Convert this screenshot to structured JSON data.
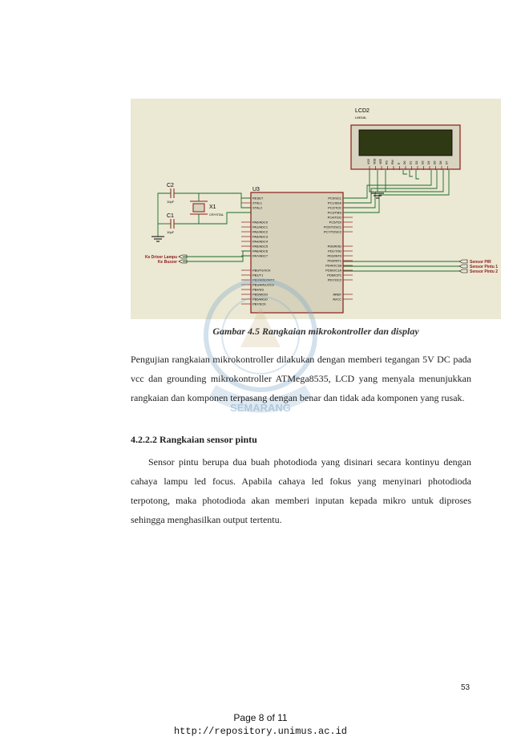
{
  "figure": {
    "lcd": {
      "ref": "LCD2",
      "model": "LM016L",
      "pins": [
        "VSS",
        "VDD",
        "VEE",
        "RS",
        "RW",
        "E",
        "D0",
        "D1",
        "D2",
        "D3",
        "D4",
        "D5",
        "D6",
        "D7"
      ]
    },
    "mcu": {
      "ref": "U3",
      "left_pins": [
        "RESET",
        "XTAL1",
        "XTAL2",
        "PA0/ADC0",
        "PA1/ADC1",
        "PA2/ADC2",
        "PA3/ADC3",
        "PA4/ADC4",
        "PA5/ADC5",
        "PA6/ADC6",
        "PA7/ADC7",
        "PB0/T0/XCK",
        "PB1/T1",
        "PB2/AIN0/INT2",
        "PB3/AIN1/OC0",
        "PB4/SS",
        "PB5/MOSI",
        "PB6/MISO",
        "PB7/SCK"
      ],
      "right_pins": [
        "PC0/SCL",
        "PC1/SDA",
        "PC2/TCK",
        "PC3/TMS",
        "PC4/TDO",
        "PC5/TDI",
        "PC6/TOSC1",
        "PC7/TOSC2",
        "PD0/RXD",
        "PD1/TXD",
        "PD2/INT0",
        "PD3/INT1",
        "PD4/OC1B",
        "PD5/OC1A",
        "PD6/ICP1",
        "PD7/OC2",
        "AREF",
        "AVCC"
      ]
    },
    "components": [
      {
        "ref": "C2",
        "value": "10pF"
      },
      {
        "ref": "C1",
        "value": "10pF"
      },
      {
        "ref": "X1",
        "value": "CRYSTAL"
      }
    ],
    "ports_left": [
      "Ke Driver Lampu",
      "Ke Buzzer"
    ],
    "ports_right": [
      "Sensor PIR",
      "Sensor Pintu 1",
      "Sensor Pintu 2"
    ]
  },
  "caption": "Gambar 4.5 Rangkaian mikrokontroller dan display",
  "paragraph1": "Pengujian rangkaian mikrokontroller dilakukan dengan memberi tegangan 5V DC pada vcc dan grounding mikrokontroller ATMega8535, LCD yang menyala menunjukkan rangkaian dan komponen terpasang dengan benar dan tidak ada komponen yang rusak.",
  "heading": "4.2.2.2  Rangkaian sensor pintu",
  "paragraph2": "Sensor pintu berupa dua buah photodioda yang disinari secara kontinyu dengan cahaya lampu led focus. Apabila cahaya led fokus yang menyinari photodioda terpotong, maka photodioda akan memberi inputan kepada mikro untuk diproses sehingga menghasilkan output tertentu.",
  "watermark": "SEMARANG",
  "page_number": "53",
  "footer": {
    "page": "Page 8 of 11",
    "url": "http://repository.unimus.ac.id"
  }
}
